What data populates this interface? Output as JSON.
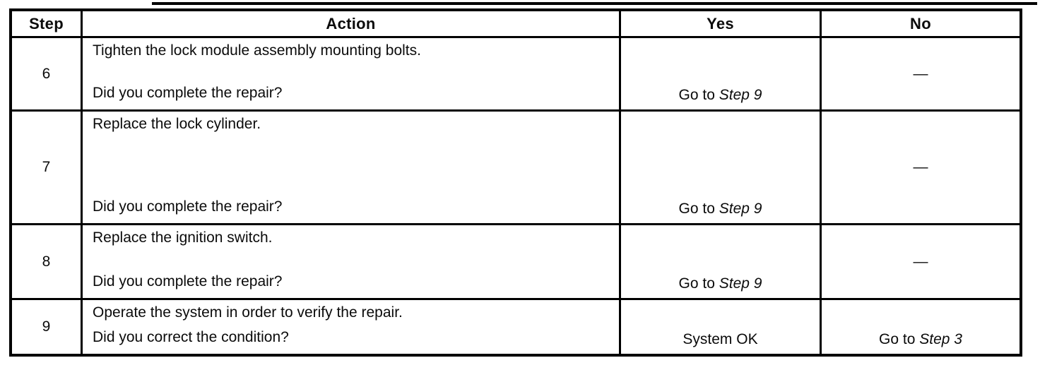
{
  "table": {
    "headers": {
      "step": "Step",
      "action": "Action",
      "yes": "Yes",
      "no": "No"
    },
    "rows": [
      {
        "step": "6",
        "instruction": "Tighten the lock module assembly mounting bolts.",
        "question": "Did you complete the repair?",
        "yes": {
          "text": "Go to ",
          "italic": "Step 9"
        },
        "no": {
          "text": "—",
          "italic": ""
        }
      },
      {
        "step": "7",
        "instruction": "Replace the lock cylinder.",
        "question": "Did you complete the repair?",
        "yes": {
          "text": "Go to ",
          "italic": "Step 9"
        },
        "no": {
          "text": "—",
          "italic": ""
        }
      },
      {
        "step": "8",
        "instruction": "Replace the ignition switch.",
        "question": "Did you complete the repair?",
        "yes": {
          "text": "Go to ",
          "italic": "Step 9"
        },
        "no": {
          "text": "—",
          "italic": ""
        }
      },
      {
        "step": "9",
        "instruction": "Operate the system in order to verify the repair.",
        "question": "Did you correct the condition?",
        "yes": {
          "text": "System OK",
          "italic": ""
        },
        "no": {
          "text": "Go to ",
          "italic": "Step 3"
        }
      }
    ]
  }
}
